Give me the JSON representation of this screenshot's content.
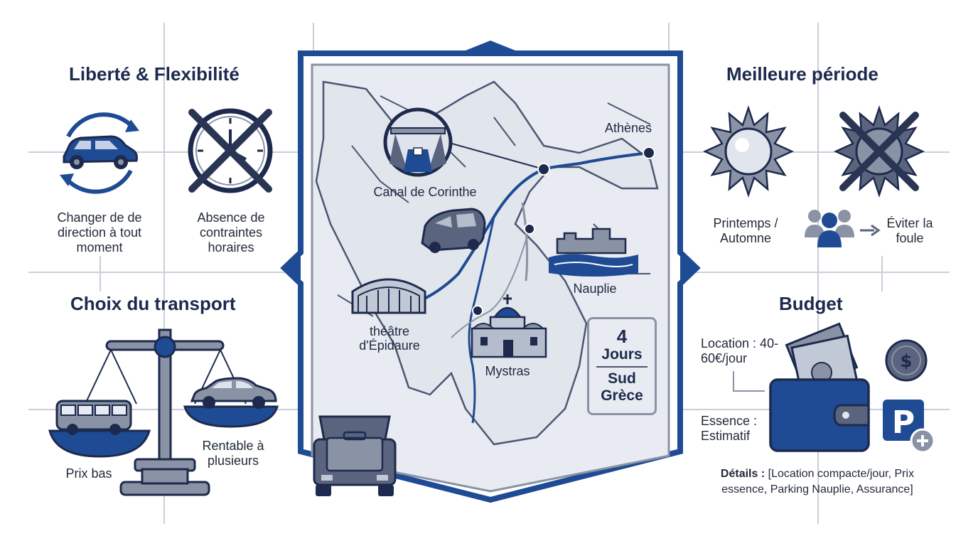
{
  "sections": {
    "freedom": {
      "title": "Liberté & Flexibilité",
      "item1": "Changer de de direction à tout moment",
      "item2": "Absence de contraintes horaires"
    },
    "transport": {
      "title": "Choix du transport",
      "item1": "Prix bas",
      "item2": "Rentable à plusieurs"
    },
    "period": {
      "title": "Meilleure période",
      "item1": "Printemps / Automne",
      "item2": "Éviter la foule"
    },
    "budget": {
      "title": "Budget",
      "location": "Location : 40-60€/jour",
      "fuel": "Essence : Estimatif",
      "details_label": "Détails :",
      "details_text": "[Location compacte/jour, Prix essence, Parking Nauplie, Assurance]"
    }
  },
  "map": {
    "places": {
      "athens": "Athènes",
      "corinth": "Canal de Corinthe",
      "nafplio": "Nauplie",
      "epidaurus": "théâtre d'Épidaure",
      "mystras": "Mystras"
    },
    "badge": {
      "days": "4",
      "days_unit": "Jours",
      "region1": "Sud",
      "region2": "Grèce"
    }
  },
  "colors": {
    "navy": "#1d2a4d",
    "blue": "#1e4b94",
    "grey": "#8a93a5",
    "light": "#e8ebf1"
  },
  "icons": [
    "car-cycle-icon",
    "crossed-clock-icon",
    "bus-icon",
    "car-icon",
    "balance-scale-icon",
    "sun-icon",
    "crossed-sun-icon",
    "crowd-icon",
    "wallet-icon",
    "dollar-coin-icon",
    "parking-icon",
    "car-trunk-icon",
    "bridge-icon",
    "fortress-icon",
    "theatre-icon",
    "church-icon"
  ]
}
